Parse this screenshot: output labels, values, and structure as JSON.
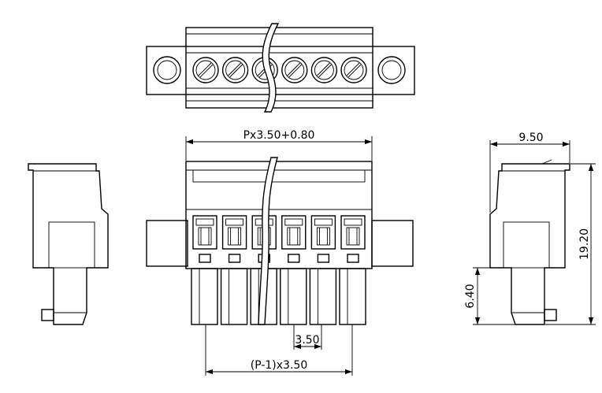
{
  "dimensions": {
    "overall_length": "Px3.50+0.80",
    "pitch": "3.50",
    "pin_span": "(P-1)x3.50",
    "depth": "9.50",
    "height": "19.20",
    "pin_length": "6.40"
  },
  "pin_count_shown": 6,
  "line_color": "#000000",
  "background_color": "#ffffff"
}
